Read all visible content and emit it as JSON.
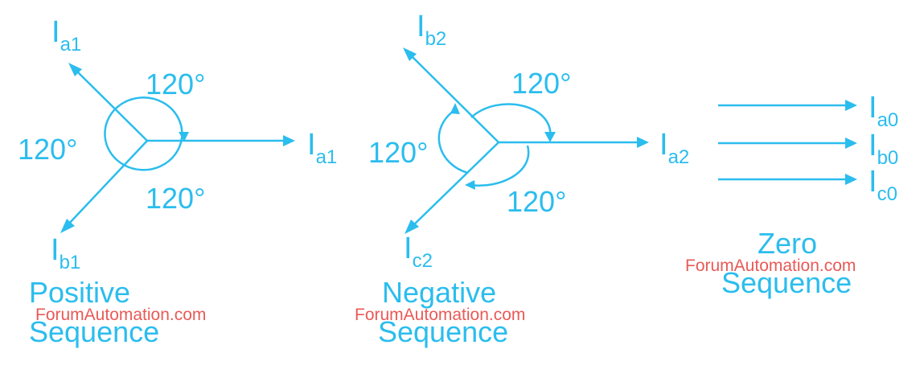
{
  "positive": {
    "ia1_top": {
      "main": "I",
      "sub": "a1"
    },
    "ia1_right": {
      "main": "I",
      "sub": "a1"
    },
    "ib1": {
      "main": "I",
      "sub": "b1"
    },
    "angle_top": "120°",
    "angle_left": "120°",
    "angle_bottom": "120°",
    "caption_line1": "Positive",
    "caption_line2": "Sequence"
  },
  "negative": {
    "ib2": {
      "main": "I",
      "sub": "b2"
    },
    "ia2": {
      "main": "I",
      "sub": "a2"
    },
    "ic2": {
      "main": "I",
      "sub": "c2"
    },
    "angle_top": "120°",
    "angle_left": "120°",
    "angle_bottom": "120°",
    "caption_line1": "Negative",
    "caption_line2": "Sequence"
  },
  "zero": {
    "ia0": {
      "main": "I",
      "sub": "a0"
    },
    "ib0": {
      "main": "I",
      "sub": "b0"
    },
    "ic0": {
      "main": "I",
      "sub": "c0"
    },
    "caption_line1": "Zero",
    "caption_line2": "Sequence"
  },
  "watermarks": [
    "ForumAutomation.com",
    "ForumAutomation.com",
    "ForumAutomation.com"
  ],
  "colors": {
    "diagram": "#2BBDEE",
    "watermark": "#E85A57"
  }
}
